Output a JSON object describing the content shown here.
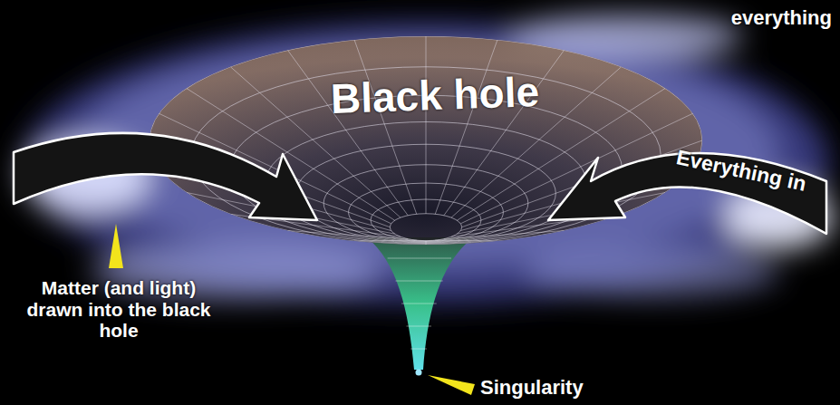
{
  "diagram": {
    "labels": [
      "everything",
      "Black hole",
      "Everything in",
      "Matter (and light) drawn into the black hole",
      "Singularity"
    ]
  }
}
